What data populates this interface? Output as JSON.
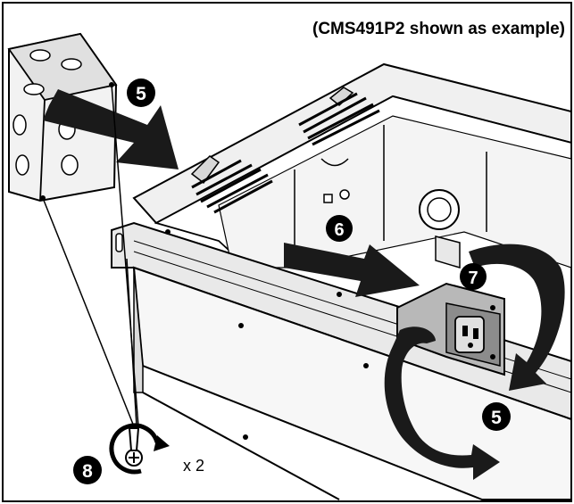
{
  "caption": "(CMS491P2 shown as example)",
  "steps": {
    "step_5_top": "5",
    "step_6": "6",
    "step_7": "7",
    "step_5_right": "5",
    "step_8": "8"
  },
  "screw_multiplier": "x 2",
  "colors": {
    "ink": "#000000",
    "arrow": "#111111",
    "paper": "#ffffff",
    "metal_light": "#e8e8e8",
    "metal_mid": "#bdbdbd",
    "metal_dark": "#7d7d7d"
  }
}
